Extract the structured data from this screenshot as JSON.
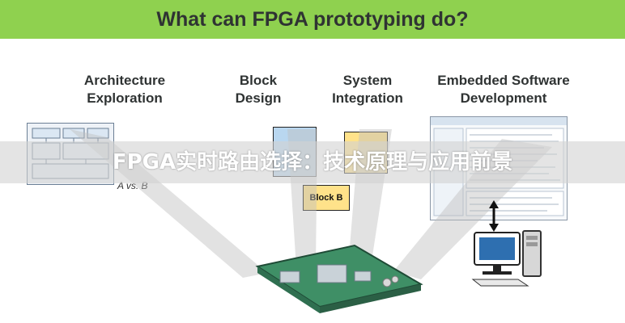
{
  "banner": {
    "title": "What can FPGA prototyping do?"
  },
  "headings": {
    "architecture": "Architecture\nExploration",
    "block_design": "Block\nDesign",
    "system_integration": "System\nIntegration",
    "embedded_software": "Embedded Software\nDevelopment"
  },
  "subtitle": "A vs. B",
  "block_design": {
    "block_b_label": "Block B"
  },
  "overlay": {
    "text": "FPGA实时路由选择：技术原理与应用前景"
  },
  "colors": {
    "banner": "#8fd14f",
    "block_blue": "#b9d7f0",
    "block_yellow": "#ffe28a",
    "board_green": "#3f8f66",
    "overlay": "#d2d2d2"
  }
}
